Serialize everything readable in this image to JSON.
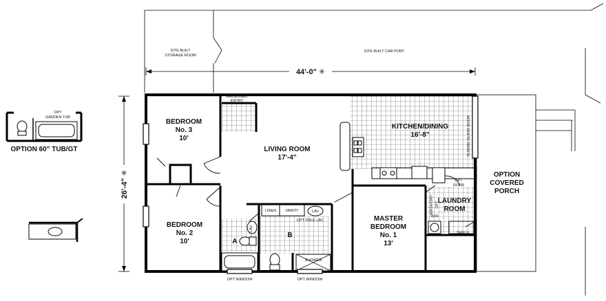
{
  "site": {
    "storage_room": [
      "SITE BUILT",
      "STORAGE ROOM"
    ],
    "car_port": "SITE BUILT CAR PORT"
  },
  "dimensions": {
    "width": "44'-0\" ✳",
    "depth": "26'-4\" ✳"
  },
  "rooms": {
    "bedroom3": {
      "name": "BEDROOM",
      "number": "No. 3",
      "size": "10'"
    },
    "bedroom2": {
      "name": "BEDROOM",
      "number": "No. 2",
      "size": "10'"
    },
    "living": {
      "name": "LIVING ROOM",
      "size": "17'-4\""
    },
    "kitchen": {
      "name": "KITCHEN/DINING",
      "size": "16'-8\""
    },
    "master": {
      "name": "MASTER",
      "name2": "BEDROOM",
      "number": "No. 1",
      "size": "13'"
    },
    "laundry": {
      "name": "LAUNDRY",
      "name2": "ROOM"
    },
    "porch": {
      "line1": "OPTION",
      "line2": "COVERED",
      "line3": "PORCH"
    }
  },
  "labels": {
    "recessed_entry": [
      "RECESSED",
      "ENTRY"
    ],
    "linen": "LINEN",
    "vanity": "VANITY",
    "lav": "LAV",
    "lav_small": "LAV",
    "opt_dble_lav": "OPT DBLE LAV",
    "bath_a": "A",
    "bath_b": "B",
    "shower": "SHOWER",
    "opt_window_1": "OPT WINDOW",
    "opt_window_2": "OPT WINDOW",
    "sliding_glass_door": "SLIDING GLASS DOOR",
    "opt_door": [
      "OPT",
      "DOOR"
    ],
    "wash_dry": "WASH/DRY",
    "opt": "OPT",
    "wh": "W/H",
    "shelf": "SHELF"
  },
  "option": {
    "tub_title": "OPTION 60\" TUB/GT",
    "garden_tub": [
      "OPT",
      "GARDEN TUB"
    ]
  }
}
